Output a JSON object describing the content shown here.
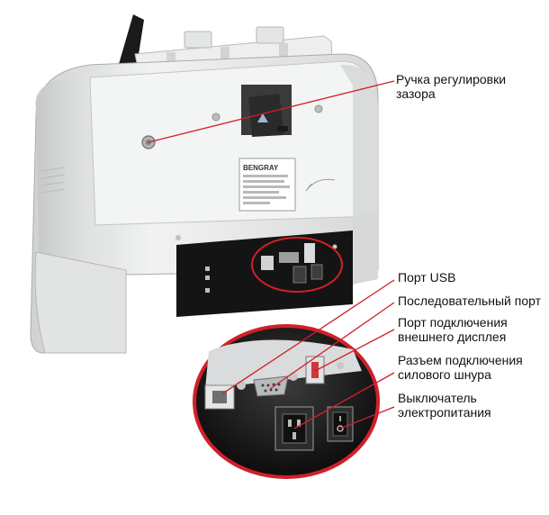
{
  "labels": {
    "gap_knob": {
      "line1": "Ручка регулировки",
      "line2": "зазора"
    },
    "usb_port": "Порт USB",
    "serial_port": "Последовательный порт",
    "display_port": {
      "line1": "Порт подключения",
      "line2": "внешнего дисплея"
    },
    "power_connector": {
      "line1": "Разъем подключения",
      "line2": "силового шнура"
    },
    "power_switch": {
      "line1": "Выключатель",
      "line2": "электропитания"
    }
  },
  "device": {
    "brand_plate": "BENGRAY"
  },
  "colors": {
    "callout_line": "#d0202a",
    "body": "#e9eaea",
    "panel": "#1e1e1e"
  }
}
